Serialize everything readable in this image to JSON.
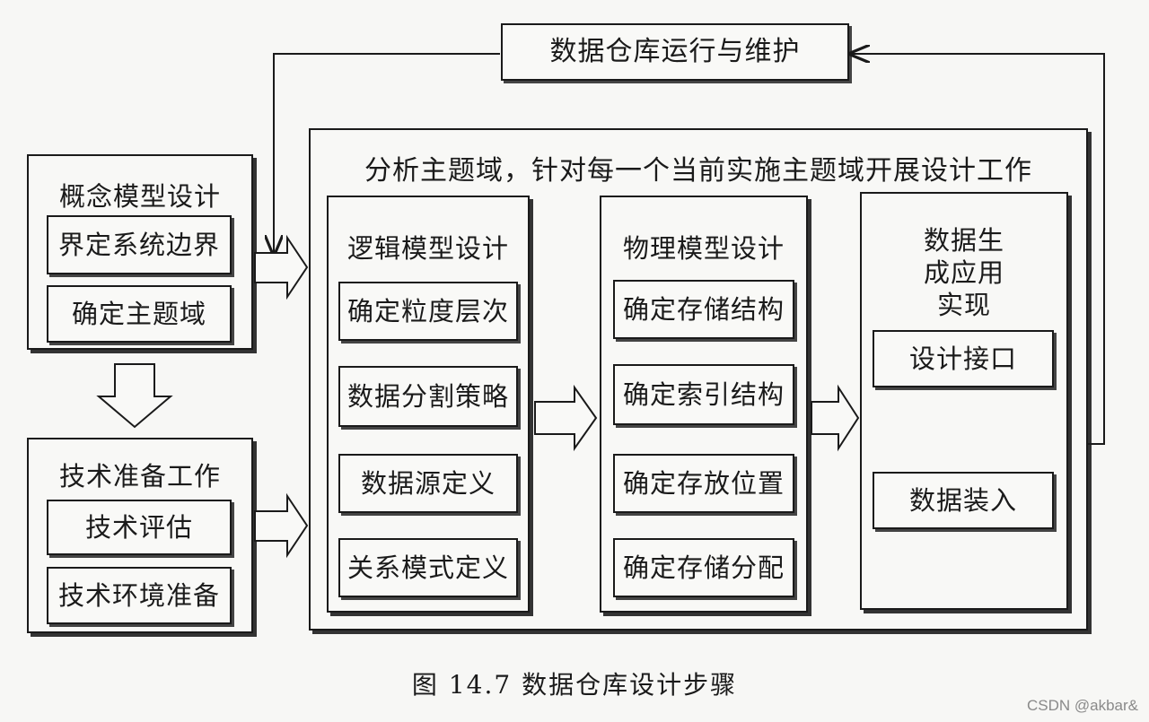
{
  "ops_box": "数据仓库运行与维护",
  "concept": {
    "title": "概念模型设计",
    "items": [
      "界定系统边界",
      "确定主题域"
    ]
  },
  "tech": {
    "title": "技术准备工作",
    "items": [
      "技术评估",
      "技术环境准备"
    ]
  },
  "analysis_title": "分析主题域，针对每一个当前实施主题域开展设计工作",
  "logical": {
    "title": "逻辑模型设计",
    "items": [
      "确定粒度层次",
      "数据分割策略",
      "数据源定义",
      "关系模式定义"
    ]
  },
  "physical": {
    "title": "物理模型设计",
    "items": [
      "确定存储结构",
      "确定索引结构",
      "确定存放位置",
      "确定存储分配"
    ]
  },
  "generation": {
    "title": "数据生成应用实现",
    "items": [
      "设计接口",
      "数据装入"
    ]
  },
  "caption": "图 14.7   数据仓库设计步骤",
  "watermark": "CSDN @akbar&"
}
